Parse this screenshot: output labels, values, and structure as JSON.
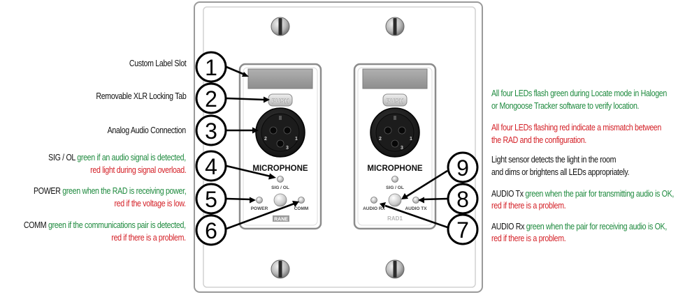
{
  "colors": {
    "green": "#1e8a3e",
    "red": "#d42027",
    "black": "#111111"
  },
  "callouts": [
    "1",
    "2",
    "3",
    "4",
    "5",
    "6",
    "7",
    "8",
    "9"
  ],
  "left_labels": {
    "custom_label_slot": "Custom Label Slot",
    "xlr_tab": "Removable XLR Locking Tab",
    "analog": "Analog Audio Connection",
    "sig_name": "SIG / OL",
    "sig_green": "green if an audio signal is detected,",
    "sig_red": "red light during signal overload.",
    "power_name": "POWER",
    "power_green": "green when the RAD is receiving power,",
    "power_red": "red if the voltage is low.",
    "comm_name": "COMM",
    "comm_green": "green if the communications pair is detected,",
    "comm_red": "red if there is a problem."
  },
  "right_labels": {
    "locate_1": "All four LEDs flash green during Locate mode in Halogen",
    "locate_2": "or Mongoose Tracker software to verify location.",
    "mismatch_1": "All four LEDs flashing red indicate a mismatch between",
    "mismatch_2": "the RAD and the configuration.",
    "sensor_1": "Light sensor detects the light in the room",
    "sensor_2": "and dims or brightens all LEDs appropriately.",
    "tx_name": "AUDIO Tx",
    "tx_green": "green when the pair for transmitting audio is OK,",
    "tx_red": "red if there is a problem.",
    "rx_name": "AUDIO Rx",
    "rx_green": "green when the pair for receiving audio is OK,",
    "rx_red": "red if there is a problem."
  },
  "module_left": {
    "push": "PUSH",
    "title": "MICROPHONE",
    "sig": "SIG / OL",
    "power": "POWER",
    "comm": "COMM",
    "logo": "RANE",
    "pins": [
      "1",
      "2",
      "3"
    ]
  },
  "module_right": {
    "push": "PUSH",
    "title": "MICROPHONE",
    "sig": "SIG / OL",
    "audio_rx": "AUDIO RX",
    "audio_tx": "AUDIO TX",
    "model": "RAD1",
    "pins": [
      "1",
      "2",
      "3"
    ]
  }
}
